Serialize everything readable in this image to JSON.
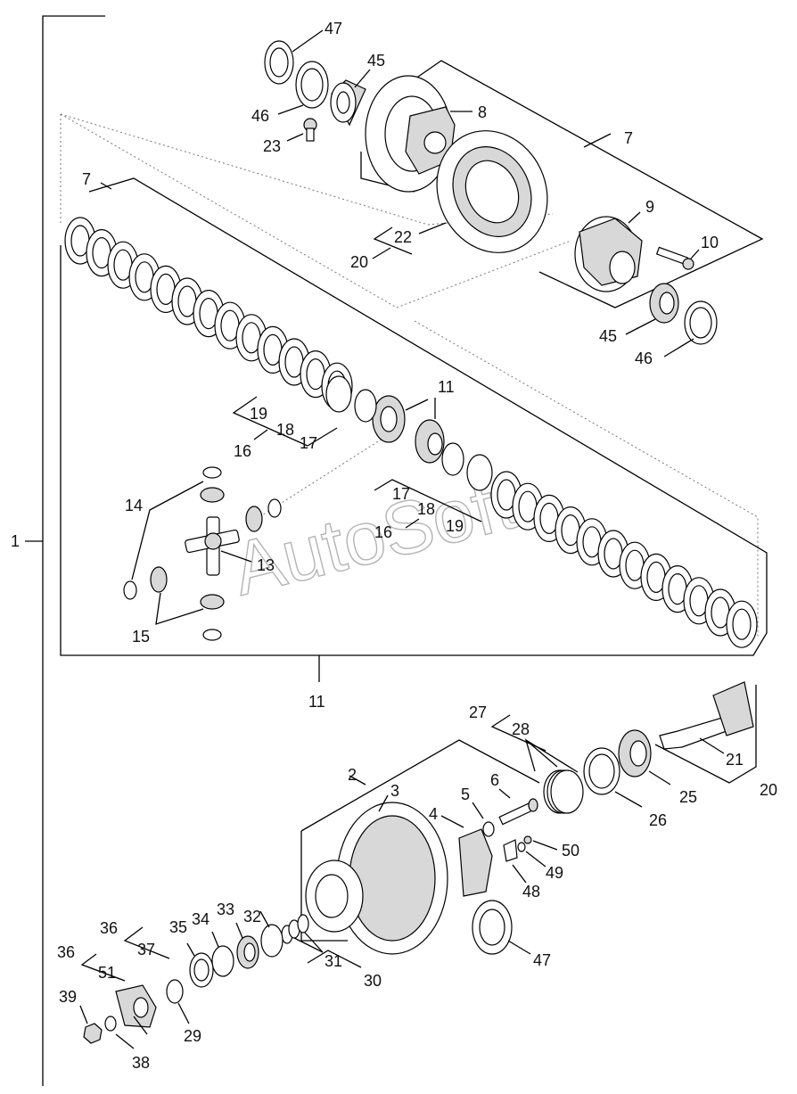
{
  "watermark": "AutoSoft",
  "callouts": [
    {
      "key": "c1",
      "text": "1"
    },
    {
      "key": "c47a",
      "text": "47"
    },
    {
      "key": "c45a",
      "text": "45"
    },
    {
      "key": "c46a",
      "text": "46"
    },
    {
      "key": "c23",
      "text": "23"
    },
    {
      "key": "c8",
      "text": "8"
    },
    {
      "key": "c7a",
      "text": "7"
    },
    {
      "key": "c7b",
      "text": "7"
    },
    {
      "key": "c9",
      "text": "9"
    },
    {
      "key": "c10",
      "text": "10"
    },
    {
      "key": "c22",
      "text": "22"
    },
    {
      "key": "c20a",
      "text": "20"
    },
    {
      "key": "c45b",
      "text": "45"
    },
    {
      "key": "c46b",
      "text": "46"
    },
    {
      "key": "c11a",
      "text": "11"
    },
    {
      "key": "c19a",
      "text": "19"
    },
    {
      "key": "c18a",
      "text": "18"
    },
    {
      "key": "c17a",
      "text": "17"
    },
    {
      "key": "c16a",
      "text": "16"
    },
    {
      "key": "c14",
      "text": "14"
    },
    {
      "key": "c17b",
      "text": "17"
    },
    {
      "key": "c18b",
      "text": "18"
    },
    {
      "key": "c19b",
      "text": "19"
    },
    {
      "key": "c16b",
      "text": "16"
    },
    {
      "key": "c13",
      "text": "13"
    },
    {
      "key": "c15",
      "text": "15"
    },
    {
      "key": "c11b",
      "text": "11"
    },
    {
      "key": "c27",
      "text": "27"
    },
    {
      "key": "c28",
      "text": "28"
    },
    {
      "key": "c21",
      "text": "21"
    },
    {
      "key": "c20b",
      "text": "20"
    },
    {
      "key": "c25",
      "text": "25"
    },
    {
      "key": "c26",
      "text": "26"
    },
    {
      "key": "c2",
      "text": "2"
    },
    {
      "key": "c3",
      "text": "3"
    },
    {
      "key": "c6",
      "text": "6"
    },
    {
      "key": "c5",
      "text": "5"
    },
    {
      "key": "c4",
      "text": "4"
    },
    {
      "key": "c50",
      "text": "50"
    },
    {
      "key": "c49",
      "text": "49"
    },
    {
      "key": "c48",
      "text": "48"
    },
    {
      "key": "c47b",
      "text": "47"
    },
    {
      "key": "c32",
      "text": "32"
    },
    {
      "key": "c33",
      "text": "33"
    },
    {
      "key": "c34",
      "text": "34"
    },
    {
      "key": "c35",
      "text": "35"
    },
    {
      "key": "c36a",
      "text": "36"
    },
    {
      "key": "c37",
      "text": "37"
    },
    {
      "key": "c36b",
      "text": "36"
    },
    {
      "key": "c51",
      "text": "51"
    },
    {
      "key": "c31",
      "text": "31"
    },
    {
      "key": "c30",
      "text": "30"
    },
    {
      "key": "c29",
      "text": "29"
    },
    {
      "key": "c39",
      "text": "39"
    },
    {
      "key": "c38",
      "text": "38"
    }
  ]
}
